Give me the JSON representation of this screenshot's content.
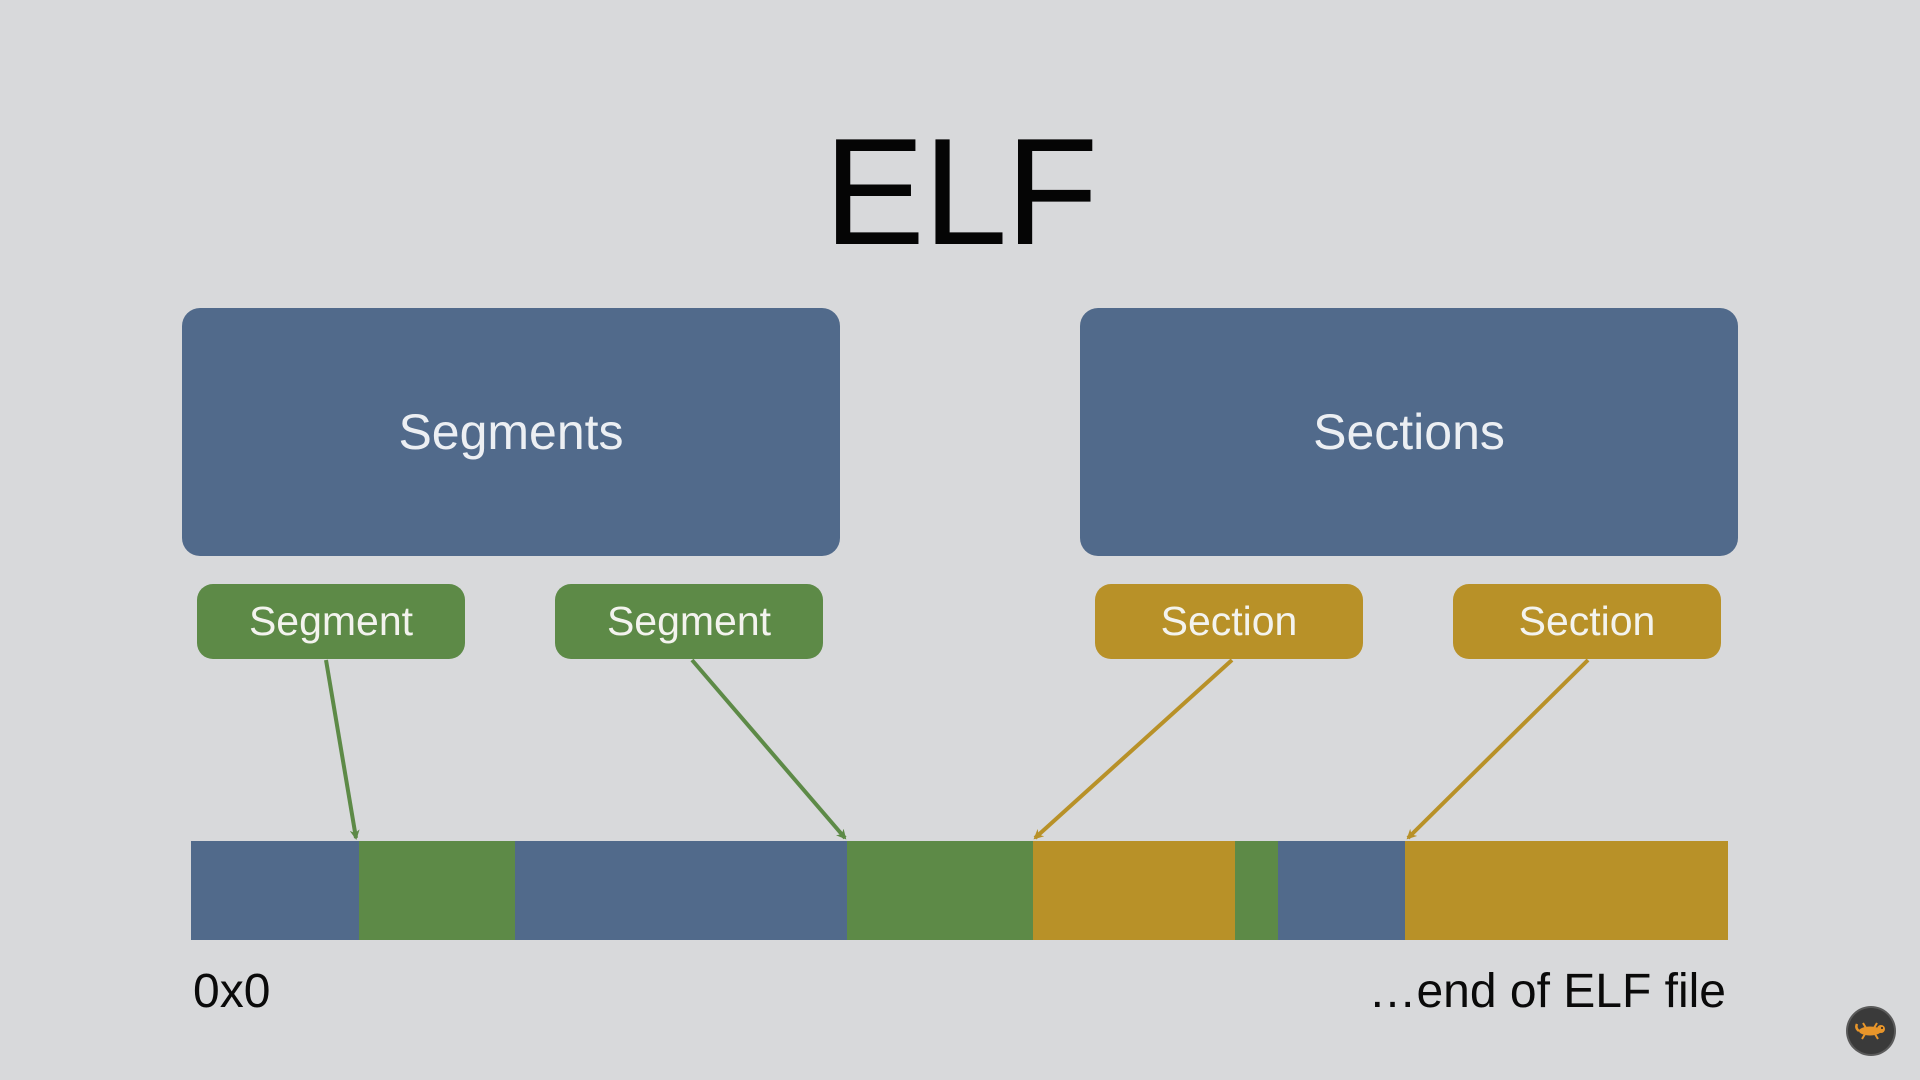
{
  "title": "ELF",
  "groups": {
    "segments_label": "Segments",
    "sections_label": "Sections"
  },
  "items": {
    "segment_label": "Segment",
    "section_label": "Section"
  },
  "file_layout": {
    "blocks": [
      {
        "kind": "other",
        "fraction": 0.109
      },
      {
        "kind": "segment",
        "fraction": 0.102
      },
      {
        "kind": "other",
        "fraction": 0.216
      },
      {
        "kind": "segment",
        "fraction": 0.121
      },
      {
        "kind": "section",
        "fraction": 0.131
      },
      {
        "kind": "segment",
        "fraction": 0.028
      },
      {
        "kind": "other",
        "fraction": 0.083
      },
      {
        "kind": "section",
        "fraction": 0.21
      }
    ]
  },
  "addresses": {
    "start": "0x0",
    "end": "…end of ELF file"
  },
  "colors": {
    "container": "#516a8b",
    "segment": "#5d8a47",
    "section": "#b89128",
    "background": "#d8d9db"
  },
  "corner_icon": "gecko-logo-icon"
}
